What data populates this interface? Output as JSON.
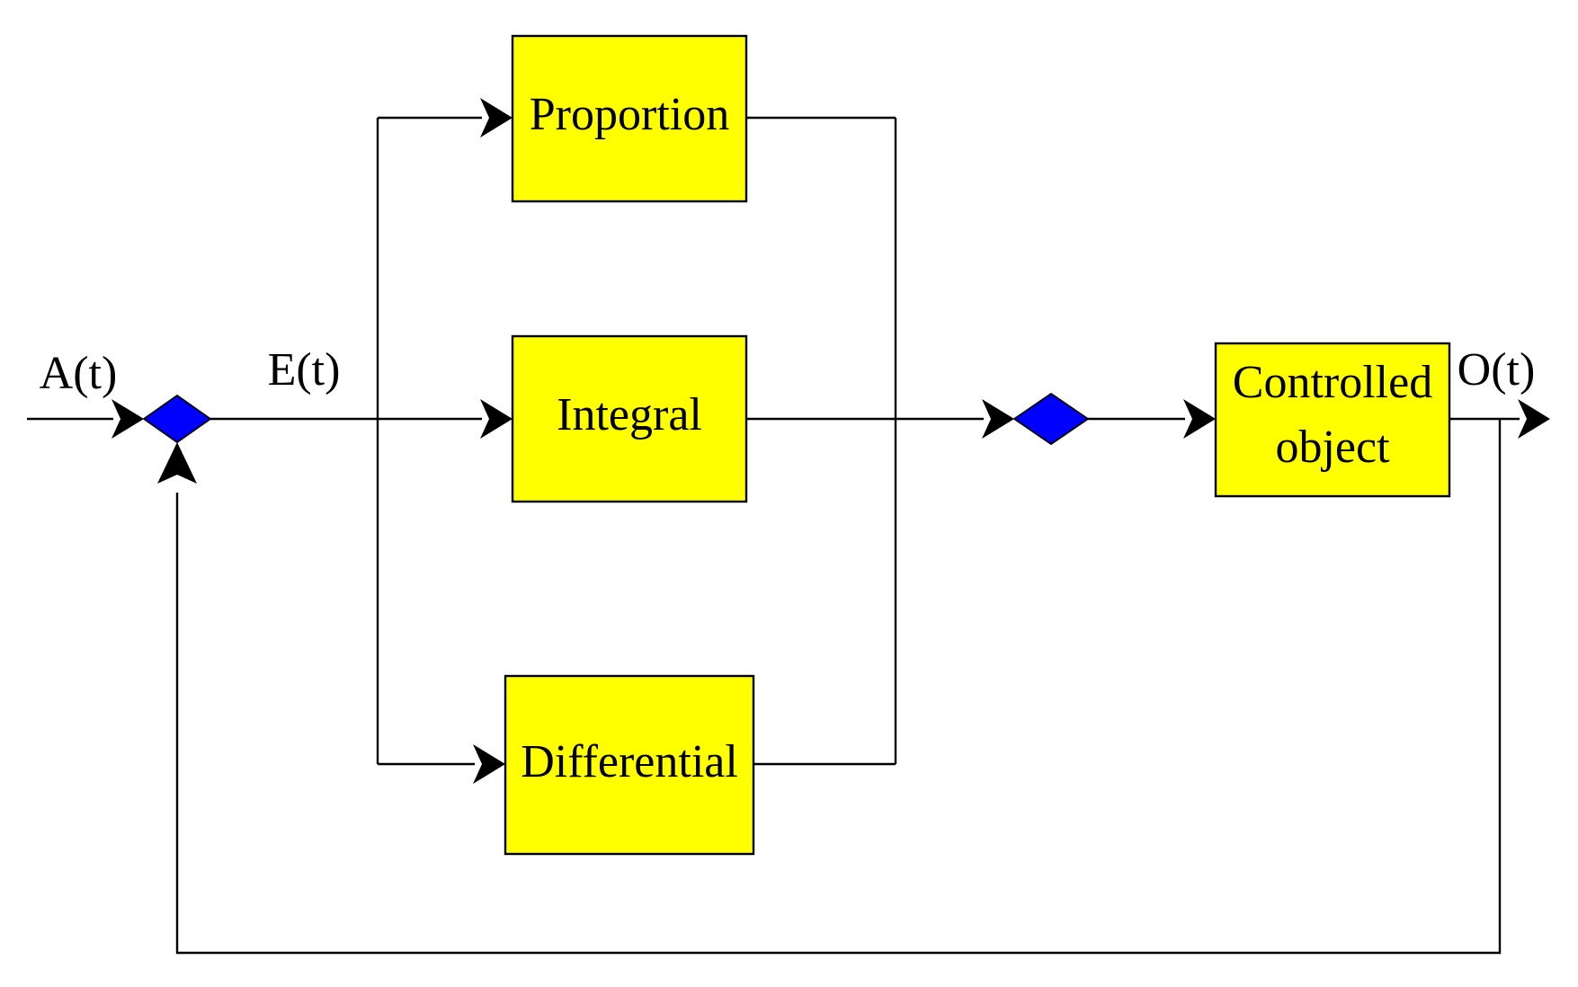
{
  "colors": {
    "block_fill": "#ffff00",
    "junction_fill": "#0000ff",
    "line": "#000000",
    "background": "#ffffff"
  },
  "signals": {
    "input": "A(t)",
    "error": "E(t)",
    "output": "O(t)"
  },
  "blocks": {
    "proportion": "Proportion",
    "integral": "Integral",
    "differential": "Differential",
    "controlled_object": {
      "line1": "Controlled",
      "line2": "object"
    }
  }
}
